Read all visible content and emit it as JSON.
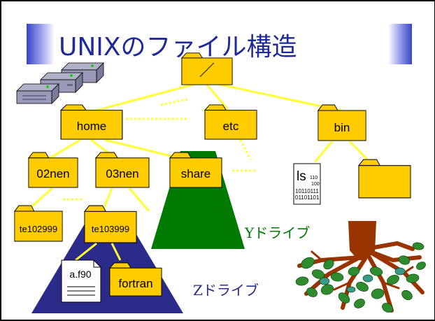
{
  "title": "UNIXのファイル構造",
  "folders": {
    "root": "／",
    "home": "home",
    "etc": "etc",
    "bin": "bin",
    "nen02": "02nen",
    "nen03": "03nen",
    "share": "share",
    "te102999": "te102999",
    "te103999": "te103999",
    "fortran": "fortran",
    "empty": ""
  },
  "files": {
    "source": "a.f90",
    "ls_name": "ls",
    "ls_bits": [
      "110",
      "100",
      "10110111",
      "01101101"
    ]
  },
  "drives": {
    "y_label": "Yドライブ",
    "z_label": "Zドライブ"
  },
  "colors": {
    "folder": "#ffcc00",
    "green_drive": "#007a00",
    "blue_drive": "#2b2b8c",
    "tree_trunk": "#993300",
    "leaf": "#2e8b2e",
    "title": "#1f2a9a"
  }
}
